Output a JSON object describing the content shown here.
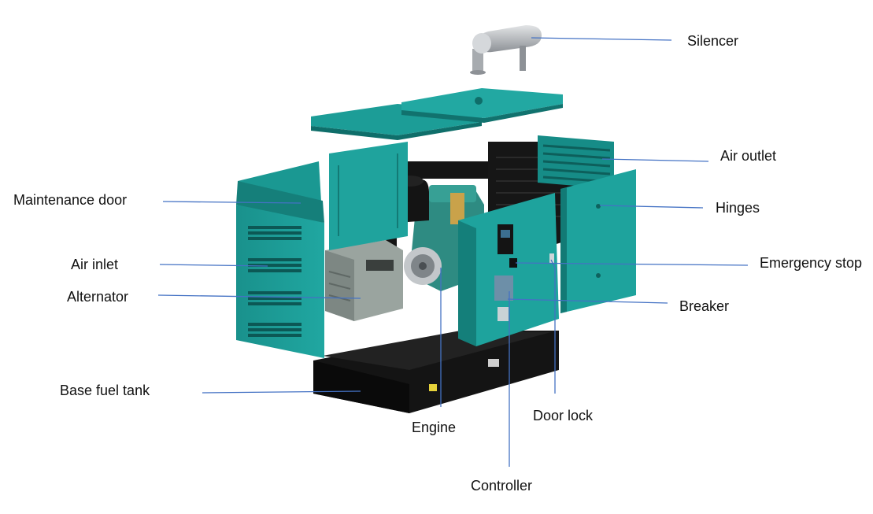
{
  "colors": {
    "housing": "#1b9a95",
    "housing_dark": "#127571",
    "housing_light": "#3fb8b2",
    "frame": "#141414",
    "engine": "#2f8f86",
    "alternator": "#9aa49f",
    "silencer": "#b9bcbf",
    "leader": "#4472c4",
    "text": "#111111"
  },
  "labels": {
    "silencer": "Silencer",
    "air_outlet": "Air outlet",
    "hinges": "Hinges",
    "emergency_stop": "Emergency stop",
    "breaker": "Breaker",
    "door_lock": "Door lock",
    "controller": "Controller",
    "engine": "Engine",
    "base_fuel_tank": "Base fuel tank",
    "alternator": "Alternator",
    "air_inlet": "Air inlet",
    "maintenance_door": "Maintenance door"
  }
}
